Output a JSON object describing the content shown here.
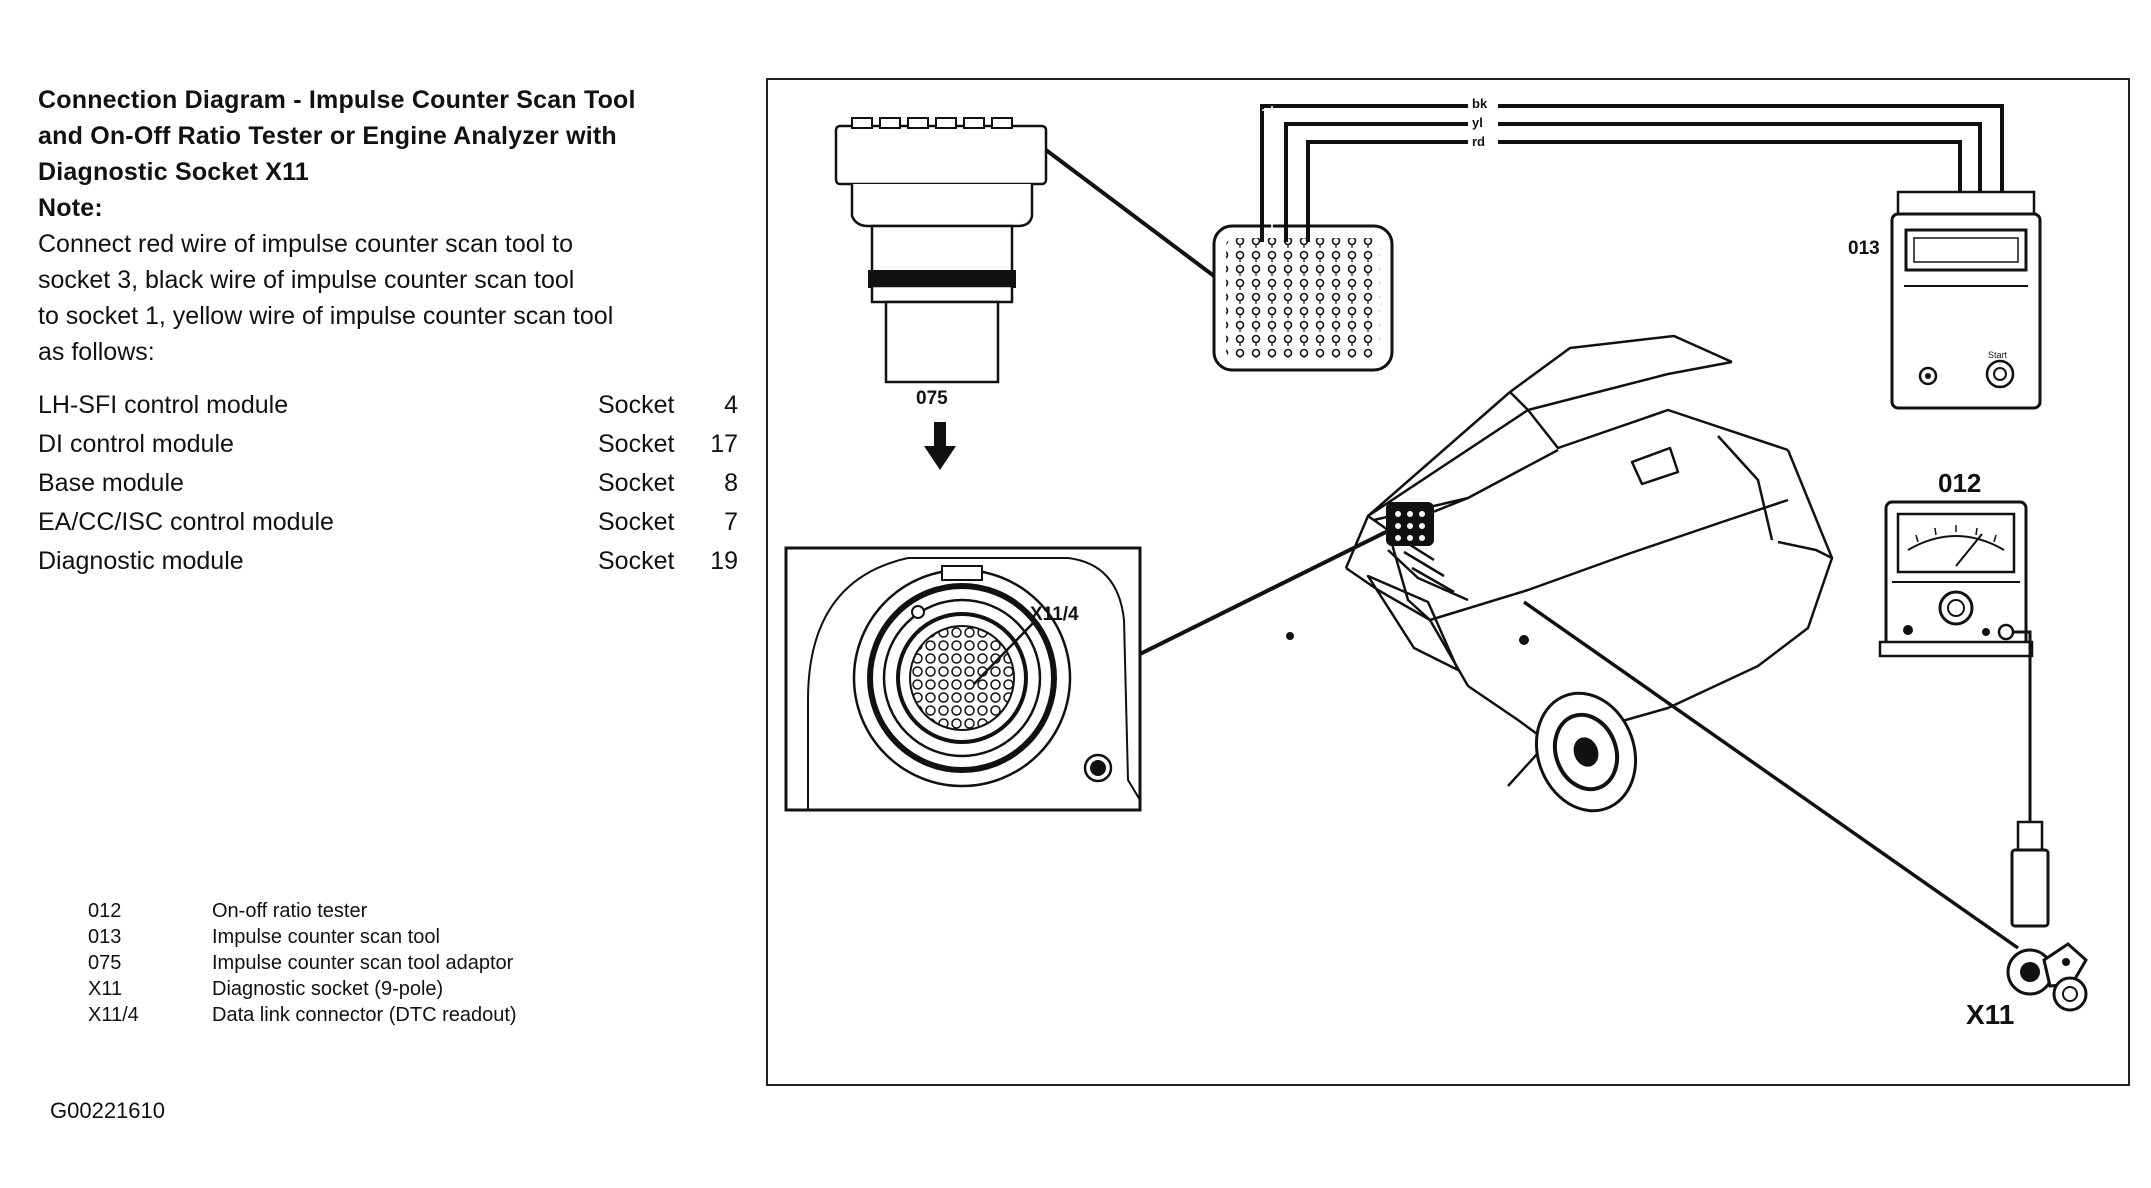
{
  "title": {
    "line1": "Connection Diagram - Impulse Counter Scan Tool",
    "line2": "and On-Off Ratio Tester or Engine Analyzer with",
    "line3": "Diagnostic Socket X11",
    "note_heading": "Note:"
  },
  "note": {
    "line1": "Connect red wire of impulse counter scan tool to",
    "line2": "socket 3, black wire of impulse counter scan tool",
    "line3": "to socket 1, yellow wire of impulse counter scan tool",
    "line4": "as follows:"
  },
  "sockets": [
    {
      "module": "LH-SFI control module",
      "label": "Socket",
      "number": "4"
    },
    {
      "module": "DI control module",
      "label": "Socket",
      "number": "17"
    },
    {
      "module": "Base module",
      "label": "Socket",
      "number": "8"
    },
    {
      "module": "EA/CC/ISC control module",
      "label": "Socket",
      "number": "7"
    },
    {
      "module": "Diagnostic module",
      "label": "Socket",
      "number": "19"
    }
  ],
  "legend": [
    {
      "code": "012",
      "desc": "On-off ratio tester"
    },
    {
      "code": "013",
      "desc": "Impulse counter scan tool"
    },
    {
      "code": "075",
      "desc": "Impulse counter scan tool adaptor"
    },
    {
      "code": "X11",
      "desc": "Diagnostic socket (9-pole)"
    },
    {
      "code": "X11/4",
      "desc": "Data link connector (DTC readout)"
    }
  ],
  "figure_code": "G00221610",
  "diagram": {
    "wire_labels": {
      "black": "bk",
      "yellow": "yl",
      "red": "rd"
    },
    "label_013": "013",
    "label_012": "012",
    "label_075": "075",
    "label_x11_4": "X11/4",
    "label_x11": "X11"
  }
}
